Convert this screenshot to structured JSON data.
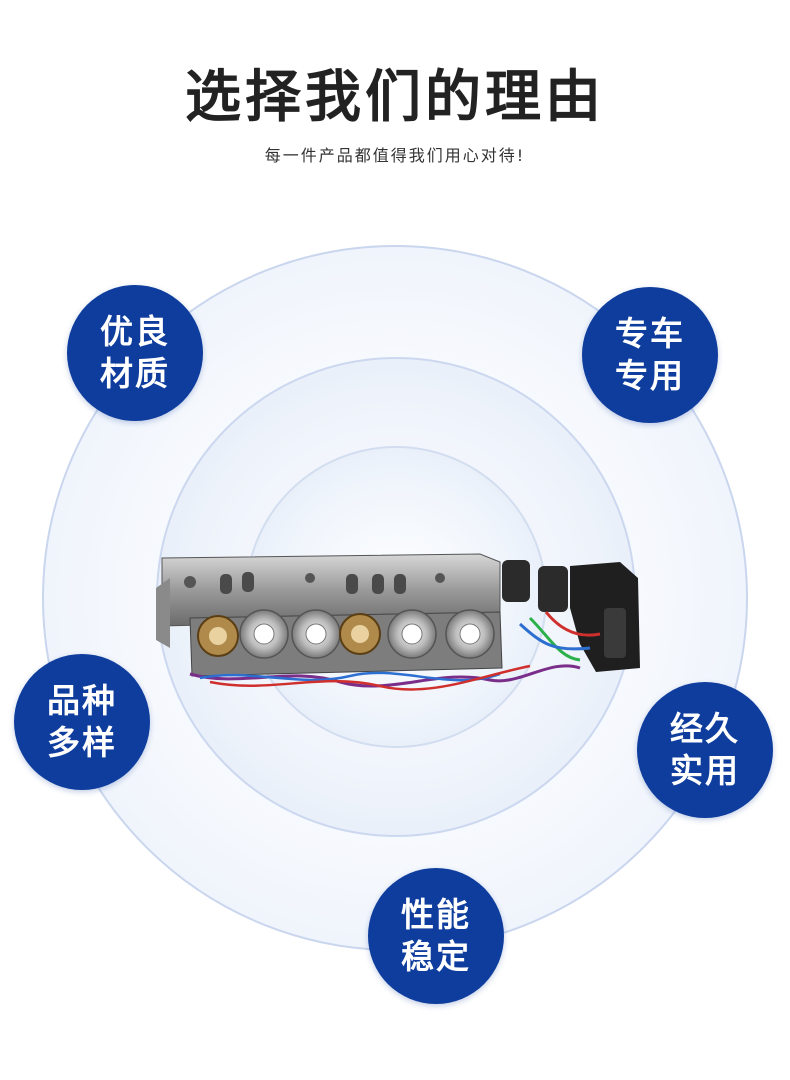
{
  "header": {
    "title": "选择我们的理由",
    "subtitle": "每一件产品都值得我们用心对待!"
  },
  "badges": [
    {
      "line1": "优良",
      "line2": "材质"
    },
    {
      "line1": "专车",
      "line2": "专用"
    },
    {
      "line1": "品种",
      "line2": "多样"
    },
    {
      "line1": "经久",
      "line2": "实用"
    },
    {
      "line1": "性能",
      "line2": "稳定"
    }
  ],
  "colors": {
    "badge": "#0e3d9d",
    "ring_border": "#c9d6ee",
    "title": "#222222"
  }
}
